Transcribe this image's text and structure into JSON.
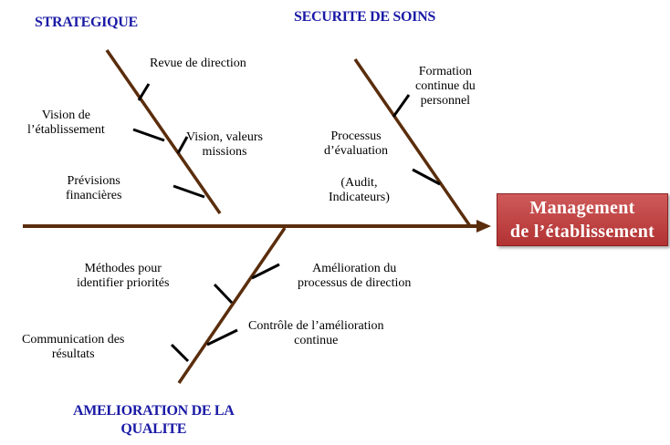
{
  "categories": {
    "strategique": "STRATEGIQUE",
    "securite": "SECURITE DE SOINS",
    "amelioration": [
      "AMELIORATION DE LA",
      "QUALITE"
    ]
  },
  "effect": [
    "Management",
    "de l’établissement"
  ],
  "causes": {
    "revue": "Revue de direction",
    "vision_etab": [
      "Vision de",
      "l’établissement"
    ],
    "vision_valeurs": [
      "Vision, valeurs",
      "missions"
    ],
    "previsions": [
      "Prévisions",
      "financières"
    ],
    "formation": [
      "Formation",
      "continue du",
      "personnel"
    ],
    "processus_eval": [
      "Processus",
      "d’évaluation"
    ],
    "audit": [
      "(Audit,",
      "Indicateurs)"
    ],
    "methodes": [
      "Méthodes pour",
      "identifier  priorités"
    ],
    "amelioration_processus": [
      "Amélioration du",
      "processus de direction"
    ],
    "controle": [
      "Contrôle de l’amélioration",
      "continue"
    ],
    "communication": [
      "Communication  des",
      "résultats"
    ]
  },
  "colors": {
    "line": "#5a2d0c",
    "category_text": "#1a1aa6",
    "effect_box": "#b83a3a",
    "effect_text": "#ffffff"
  }
}
